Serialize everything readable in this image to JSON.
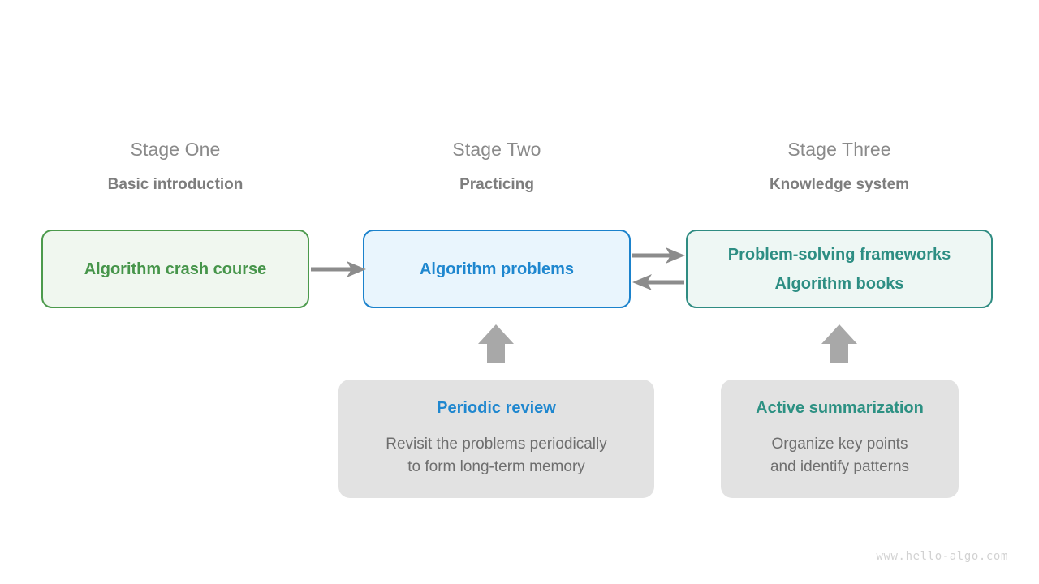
{
  "stages": [
    {
      "name": "Stage One",
      "subtitle": "Basic introduction"
    },
    {
      "name": "Stage Two",
      "subtitle": "Practicing"
    },
    {
      "name": "Stage Three",
      "subtitle": "Knowledge system"
    }
  ],
  "nodes": {
    "crash_course": {
      "line1": "Algorithm crash course"
    },
    "problems": {
      "line1": "Algorithm problems"
    },
    "frameworks": {
      "line1": "Problem-solving frameworks",
      "line2": "Algorithm books"
    }
  },
  "support": {
    "review": {
      "title": "Periodic review",
      "line1": "Revisit the problems periodically",
      "line2": "to form long-term memory"
    },
    "summary": {
      "title": "Active summarization",
      "line1": "Organize key points",
      "line2": "and identify patterns"
    }
  },
  "watermark": "www.hello-algo.com",
  "colors": {
    "green": "#46954a",
    "green_border": "#4c9a4c",
    "green_fill": "#f0f7ef",
    "blue": "#1f87cf",
    "blue_border": "#1b82cc",
    "blue_fill": "#e9f5fd",
    "teal": "#2d8e83",
    "teal_border": "#2f8c82",
    "teal_fill": "#eef7f4",
    "gray_fill": "#e2e2e2",
    "arrow": "#8c8c8c",
    "heading": "#8a8a8a",
    "body_text": "#6e6e6e",
    "watermark": "#d2d2d2"
  },
  "arrows": {
    "crash_to_problems": "forward",
    "problems_to_frameworks": "forward",
    "frameworks_to_problems": "backward",
    "review_to_problems": "up",
    "summary_to_frameworks": "up"
  }
}
